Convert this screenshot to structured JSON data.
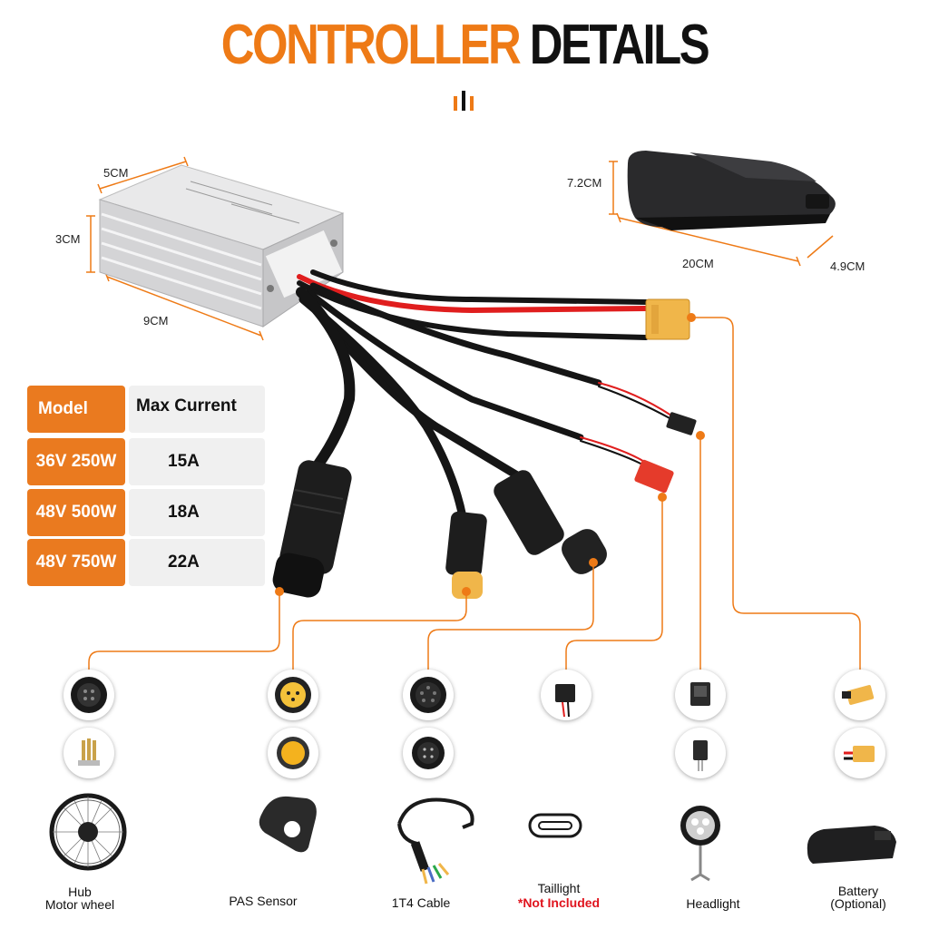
{
  "title": {
    "part1": "CONTROLLER",
    "part2": "DETAILS"
  },
  "controller_dims": {
    "width": "5CM",
    "height": "3CM",
    "length": "9CM"
  },
  "battery_dims": {
    "height": "7.2CM",
    "length": "20CM",
    "width": "4.9CM"
  },
  "table": {
    "headers": [
      "Model",
      "Max Current"
    ],
    "rows": [
      {
        "model": "36V 250W",
        "current": "15A"
      },
      {
        "model": "48V 500W",
        "current": "18A"
      },
      {
        "model": "48V 750W",
        "current": "22A"
      }
    ]
  },
  "components": [
    {
      "name": "Hub",
      "name2": "Motor wheel",
      "icon": "hub-motor-wheel"
    },
    {
      "name": "PAS  Sensor",
      "icon": "pas-sensor"
    },
    {
      "name": "1T4 Cable",
      "icon": "cable"
    },
    {
      "name": "Taillight",
      "note": "*Not Included",
      "icon": "taillight"
    },
    {
      "name": "Headlight",
      "icon": "headlight"
    },
    {
      "name": "Battery",
      "name2": "(Optional)",
      "icon": "battery"
    }
  ],
  "colors": {
    "accent": "#ee7a16",
    "title_dark": "#111111",
    "note_red": "#e0141e",
    "table_orange": "#ea7a1f",
    "table_gray": "#f0f0f0"
  }
}
